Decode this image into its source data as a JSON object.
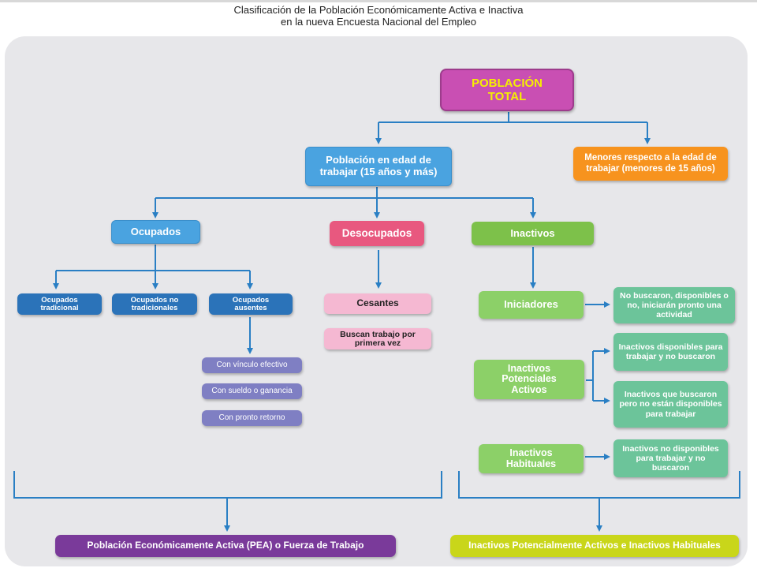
{
  "title": {
    "line1": "Clasificación de la Población Económicamente Activa e Inactiva",
    "line2": "en la nueva Encuesta Nacional del Empleo"
  },
  "nodes": {
    "poblacion_total": "POBLACIÓN TOTAL",
    "edad_trabajar": "Población en edad de trabajar (15 años y más)",
    "menores": "Menores respecto a la edad de trabajar (menores de 15 años)",
    "ocupados": "Ocupados",
    "desocupados": "Desocupados",
    "inactivos": "Inactivos",
    "ocupados_tradicional": "Ocupados tradicional",
    "ocupados_no_tradicionales": "Ocupados no tradicionales",
    "ocupados_ausentes": "Ocupados ausentes",
    "con_vinculo": "Con vínculo efectivo",
    "con_sueldo": "Con sueldo o ganancia",
    "con_pronto": "Con pronto retorno",
    "cesantes": "Cesantes",
    "buscan_primera": "Buscan trabajo por primera vez",
    "iniciadores": "Iniciadores",
    "iniciadores_desc": "No buscaron, disponibles o no, iniciarán pronto una actividad",
    "potenciales_activos": "Inactivos Potenciales Activos",
    "disponibles_desc": "Inactivos disponibles para trabajar y no buscaron",
    "buscaron_desc": "Inactivos que buscaron pero no están disponibles para trabajar",
    "habituales": "Inactivos Habituales",
    "habituales_desc": "Inactivos no disponibles para trabajar y no buscaron",
    "pea": "Población Económicamente Activa (PEA) o Fuerza de Trabajo",
    "inactivos_summary": "Inactivos Potencialmente Activos e Inactivos Habituales"
  },
  "colors": {
    "connector": "#2a7fc4",
    "poblacion_total": "#c94fb3",
    "edad_trabajar": "#4aa3e0",
    "menores": "#f7931e",
    "desocupados": "#e8587f",
    "inactivos": "#7dc14a",
    "pea": "#7a3a9a",
    "inactivos_summary": "#c9d61a"
  }
}
